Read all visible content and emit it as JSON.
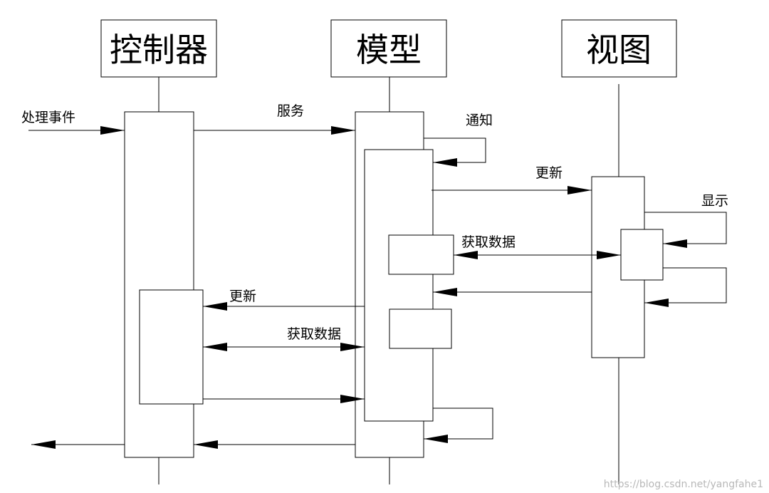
{
  "lifelines": {
    "controller": "控制器",
    "model": "模型",
    "view": "视图"
  },
  "messages": {
    "handle_event": "处理事件",
    "service": "服务",
    "notify": "通知",
    "update_view": "更新",
    "display": "显示",
    "get_data_view": "获取数据",
    "update_controller": "更新",
    "get_data_controller": "获取数据"
  },
  "watermark": "https://blog.csdn.net/yangfahe1"
}
